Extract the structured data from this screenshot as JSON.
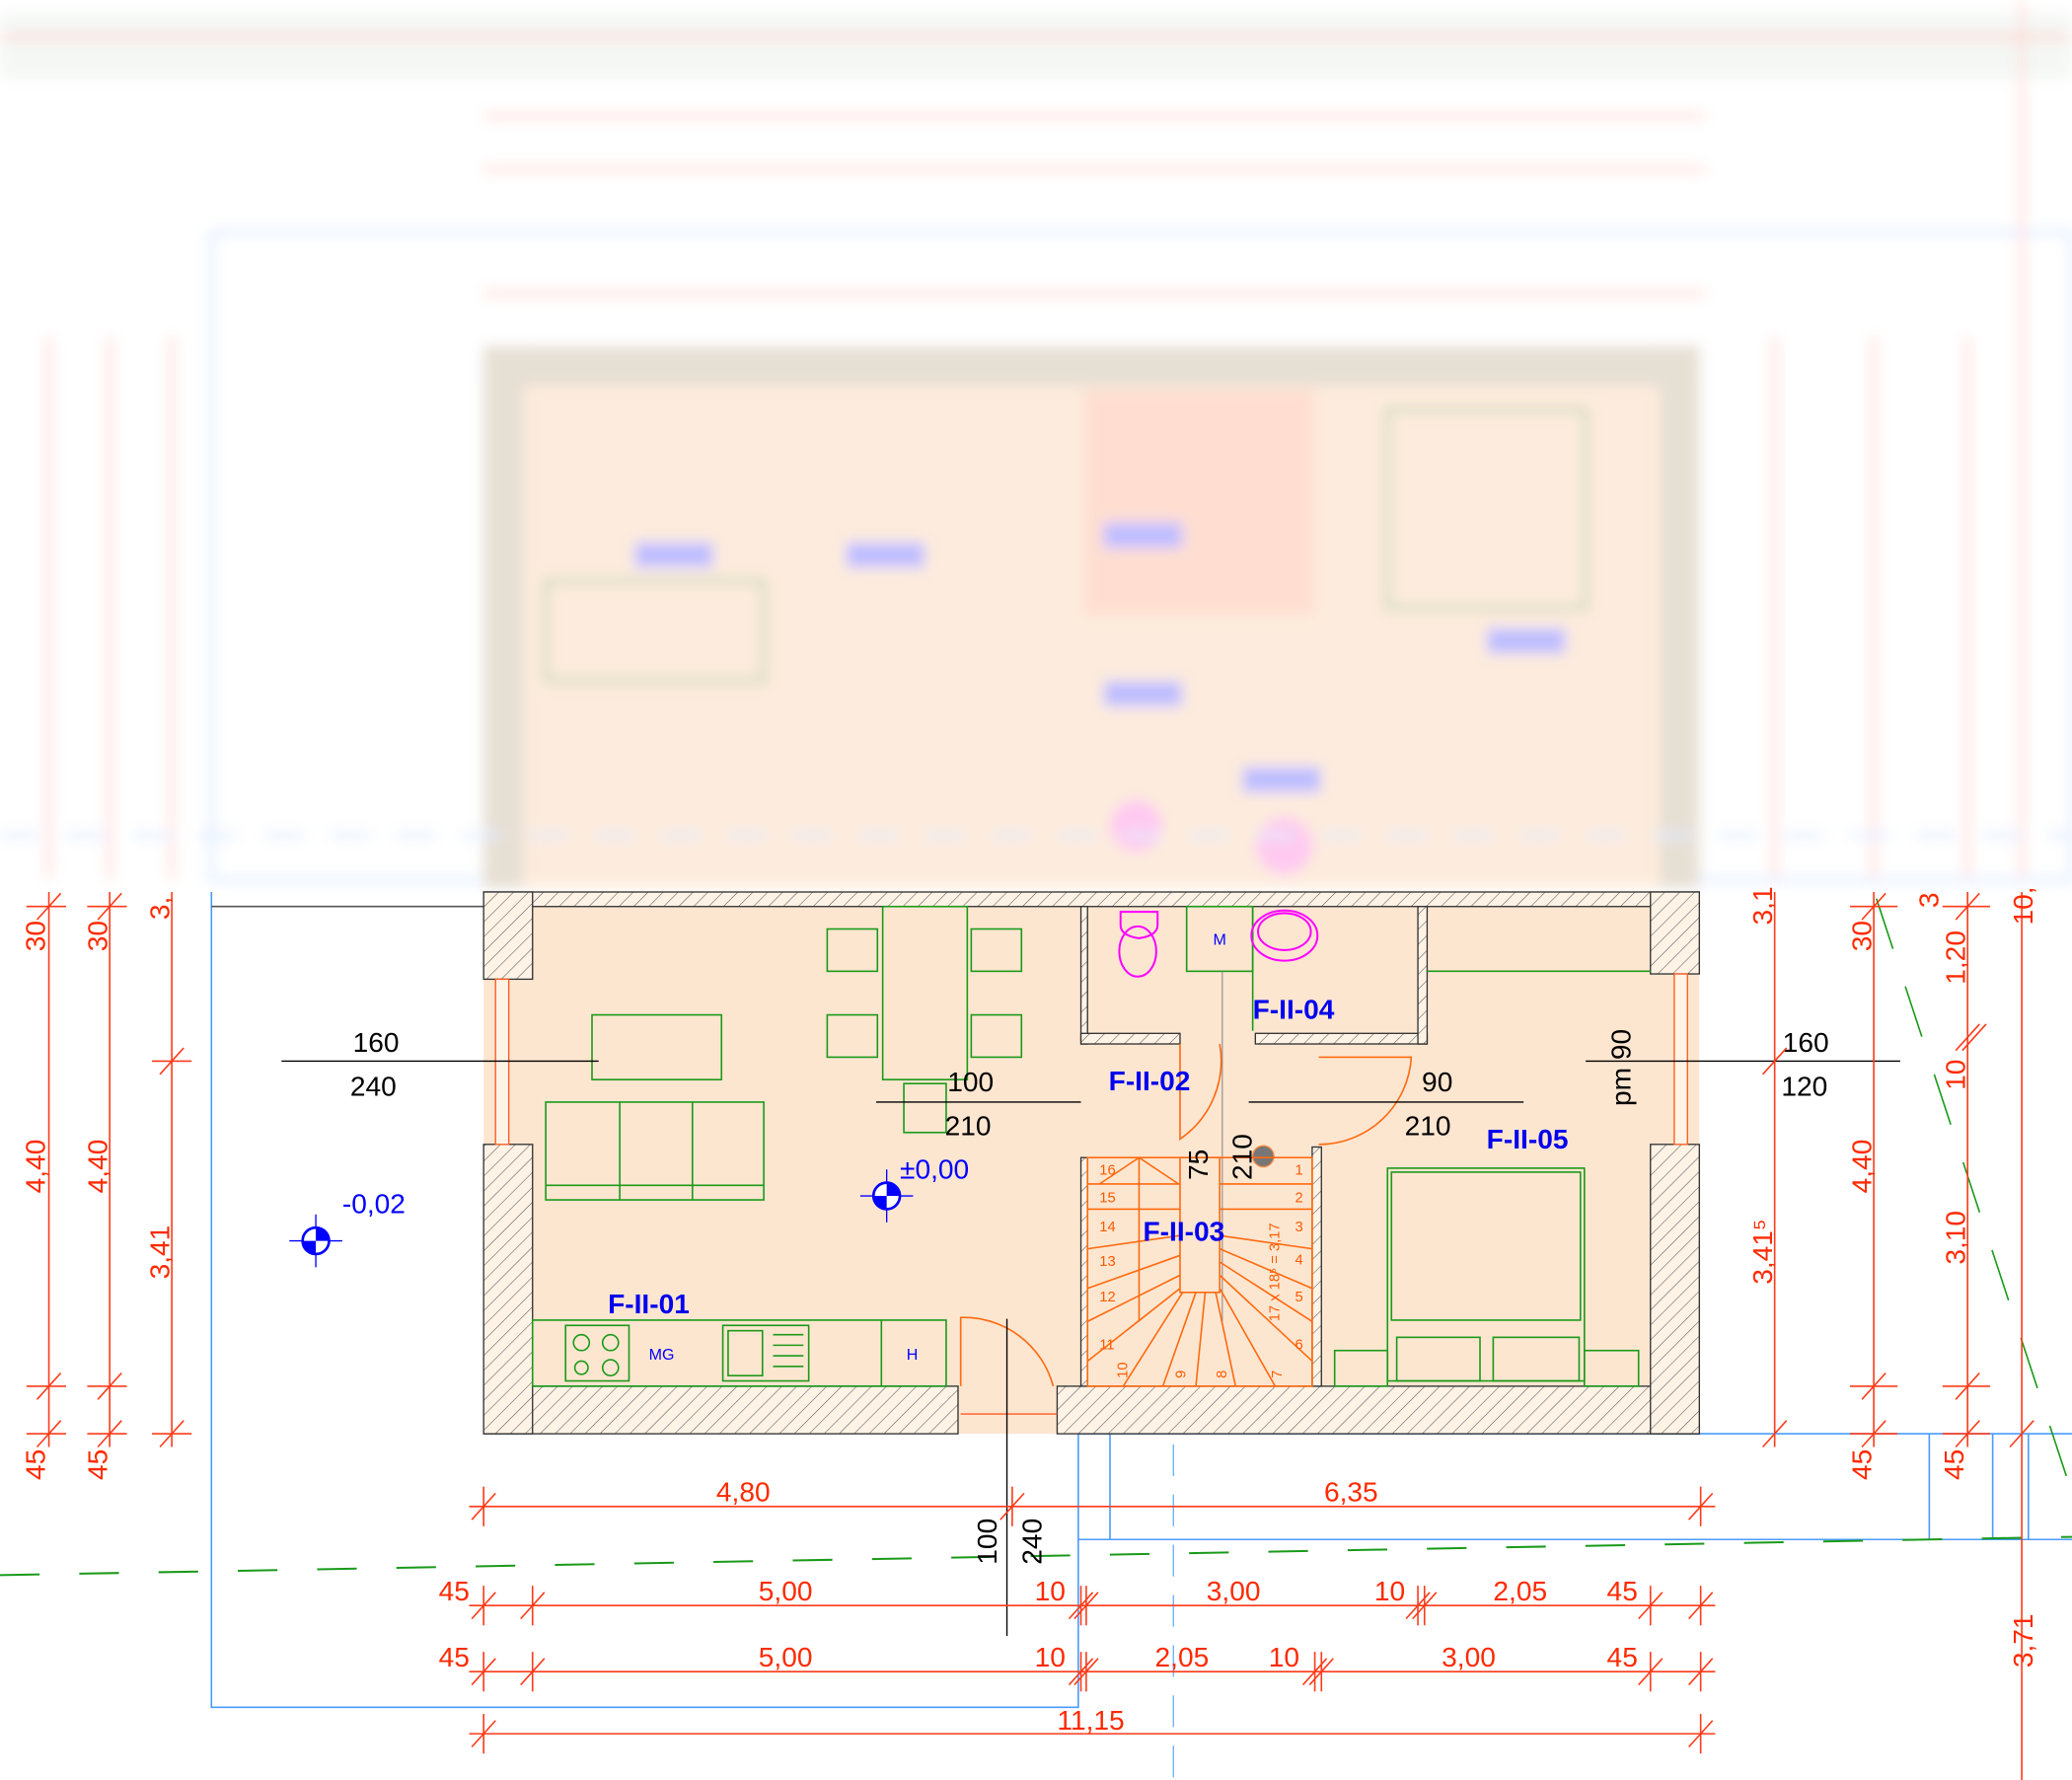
{
  "drawing": {
    "rooms": [
      "F-II-01",
      "F-II-02",
      "F-II-03",
      "F-II-04",
      "F-II-05"
    ],
    "levels": {
      "interior": "±0,00",
      "exterior": "-0,02"
    },
    "openings": {
      "window_left": {
        "width": "160",
        "height": "240"
      },
      "door_living": {
        "width": "100",
        "height": "210"
      },
      "door_bedroom": {
        "width": "90",
        "height": "210"
      },
      "window_right": {
        "width": "160",
        "height": "120"
      },
      "door_stair": {
        "width": "75",
        "height": "210"
      },
      "door_entry": {
        "width": "100",
        "height": "240"
      },
      "bedroom_note": "pm 90"
    },
    "fixtures": {
      "stove": "MG",
      "fridge": "H",
      "washer": "M"
    },
    "stair": {
      "steps": [
        "1",
        "2",
        "3",
        "4",
        "5",
        "6",
        "7",
        "8",
        "9",
        "10",
        "11",
        "12",
        "13",
        "14",
        "15",
        "16"
      ],
      "formula": "17 x 18⁵ = 3,17"
    },
    "dims_left": {
      "col1": [
        "30",
        "4,40",
        "45"
      ],
      "col2": [
        "30",
        "4,40",
        "45"
      ],
      "col3": [
        "3,",
        "3,41"
      ]
    },
    "dims_right": {
      "col1": [
        "3,1",
        "3,41⁵"
      ],
      "col2": [
        "30",
        "4,40",
        "45"
      ],
      "col3": [
        "3",
        "1,20",
        "10",
        "3,10",
        "45"
      ],
      "col4": [
        "10,",
        "3,71"
      ]
    },
    "dims_bottom": {
      "row1": [
        "4,80",
        "6,35"
      ],
      "row2": [
        "45",
        "5,00",
        "10",
        "3,00",
        "10",
        "2,05",
        "45"
      ],
      "row3": [
        "45",
        "5,00",
        "10",
        "2,05",
        "10",
        "3,00",
        "45"
      ],
      "total": "11,15"
    }
  },
  "colors": {
    "dimension": "#ff2a00",
    "room_label": "#0000ee",
    "floor": "#fde6d0",
    "furniture": "#1a9a1a"
  }
}
